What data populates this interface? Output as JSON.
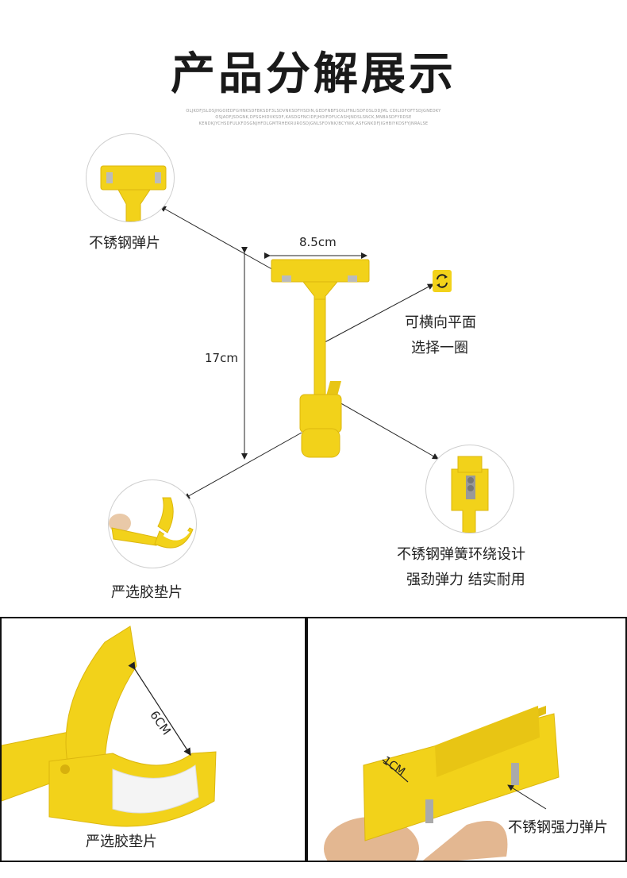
{
  "header": {
    "title": "产品分解展示",
    "fine_print": [
      "OLJKDFJSLDSJHGOIEDFGHNKSDFBKSDF3LSDVNKSDFHSDIN,GEDFNBFSOILIFNLISDFOSLDDJML CDILIDFOFTSDJGNEDKY",
      "OSJAOFJSDGNK,DFSGHIDVKSDF,KASDGFNCIDFJHOIFDFUCASHJNDSLSNCK,MNBASDFYRDSE",
      "KENDKJYCHSDFULKFDSGNJHFDLGMTRHEKRUROSDJGNLSFOVNK/BCYNIK,ASFGNKDFJIGHBIYKDSFYJNRALSE"
    ]
  },
  "dimensions": {
    "width": "8.5cm",
    "height": "17cm"
  },
  "callouts": {
    "top_clip": "不锈钢弹片",
    "rotate_line1": "可横向平面",
    "rotate_line2": "选择一圈",
    "spring_line1": "不锈钢弹簧环绕设计",
    "spring_line2": "强劲弹力 结实耐用",
    "pad": "严选胶垫片"
  },
  "bottom_left": {
    "measure": "6CM",
    "label": "严选胶垫片"
  },
  "bottom_right": {
    "measure": "1CM",
    "label": "不锈钢强力弹片"
  },
  "colors": {
    "product_yellow": "#f2d21a",
    "product_shade": "#dcb70f",
    "line": "#222222"
  },
  "icons": [
    "rotate-icon"
  ]
}
